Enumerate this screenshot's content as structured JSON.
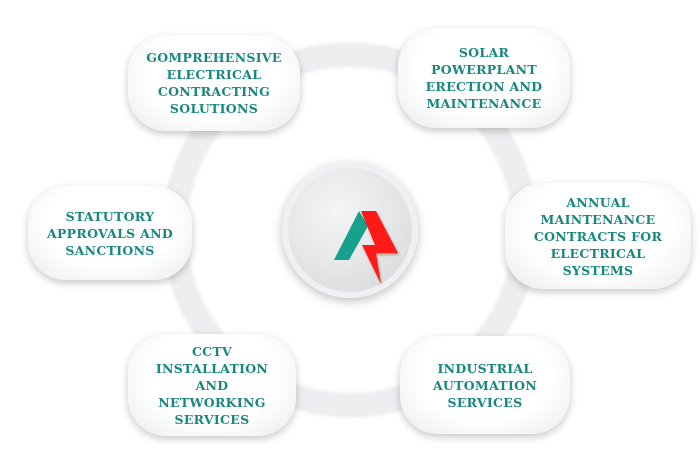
{
  "colors": {
    "text": "#17877f",
    "logo_green": "#17a08c",
    "logo_red": "#ff1a1a"
  },
  "logo": {
    "icon": "logo-a-lightning"
  },
  "services": [
    {
      "label": "GOMPREHENSIVE\nELECTRICAL\nCONTRACTING\nSOLUTIONS"
    },
    {
      "label": "SOLAR\nPOWERPLANT\nERECTION AND\nMAINTENANCE"
    },
    {
      "label": "STATUTORY\nAPPROVALS AND\nSANCTIONS"
    },
    {
      "label": "ANNUAL\nMAINTENANCE\nCONTRACTS FOR\nELECTRICAL\nSYSTEMS"
    },
    {
      "label": "CCTV\nINSTALLATION\nAND\nNETWORKING\nSERVICES"
    },
    {
      "label": "INDUSTRIAL\nAUTOMATION\nSERVICES"
    }
  ]
}
